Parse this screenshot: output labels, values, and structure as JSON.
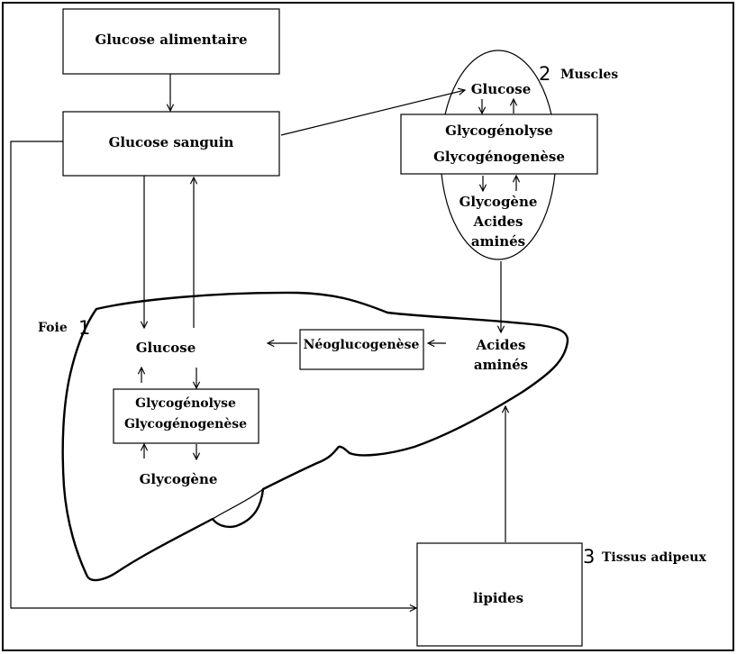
{
  "boxes": {
    "dietary_glucose": "Glucose alimentaire",
    "blood_glucose": "Glucose sanguin",
    "neoglucogenesis": "Néoglucogenèse",
    "lipids": "lipides"
  },
  "liver": {
    "label": "Foie",
    "number": "1",
    "glucose": "Glucose",
    "process_1": "Glycogénolyse",
    "process_2": "Glycogénogenèse",
    "glycogen": "Glycogène",
    "amino_acids_1": "Acides",
    "amino_acids_2": "aminés"
  },
  "muscles": {
    "number": "2",
    "label": "Muscles",
    "glucose": "Glucose",
    "process_1": "Glycogénolyse",
    "process_2": "Glycogénogenèse",
    "glycogen": "Glycogène",
    "amino_acids_1": "Acides",
    "amino_acids_2": "aminés"
  },
  "adipose": {
    "number": "3",
    "label": "Tissus adipeux"
  }
}
